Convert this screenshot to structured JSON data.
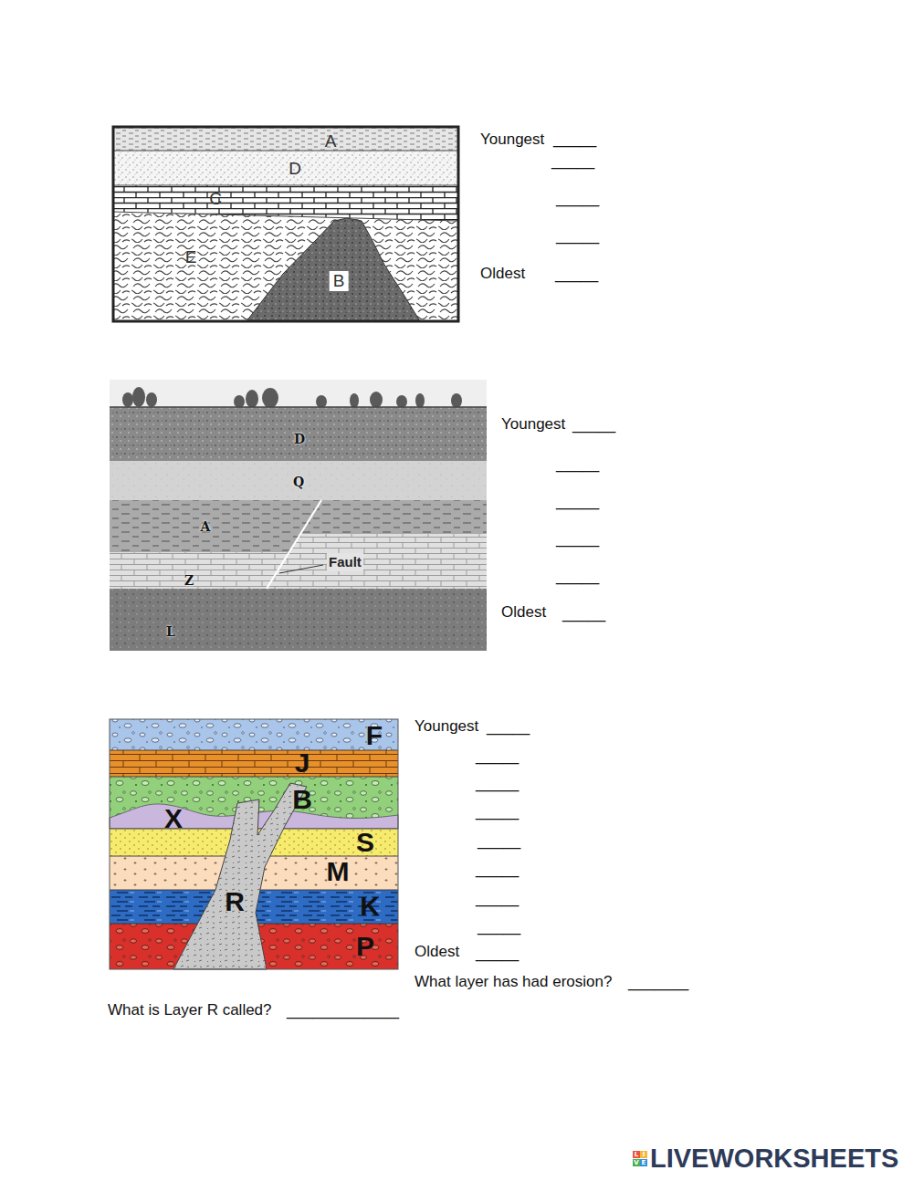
{
  "diagram": {
    "labels": [
      "A",
      "D",
      "C",
      "E",
      "B",
      "Youngest",
      "_____",
      "_____",
      "_____",
      "_____",
      "Oldest",
      "_____",
      "D",
      "Q",
      "A",
      "Fault",
      "Z",
      "L",
      "Youngest",
      "_____",
      "_____",
      "_____",
      "_____",
      "_____",
      "Oldest",
      "_____",
      "F",
      "J",
      "B",
      "X",
      "S",
      "M",
      "R",
      "K",
      "P",
      "Youngest",
      "_____",
      "_____",
      "_____",
      "_____",
      "_____",
      "_____",
      "_____",
      "_____",
      "Oldest",
      "_____",
      "What layer has had erosion?",
      "_______",
      "What is Layer R called?",
      "_____________",
      "L",
      "I",
      "V",
      "E",
      "LIVEWORKSHEETS"
    ]
  }
}
